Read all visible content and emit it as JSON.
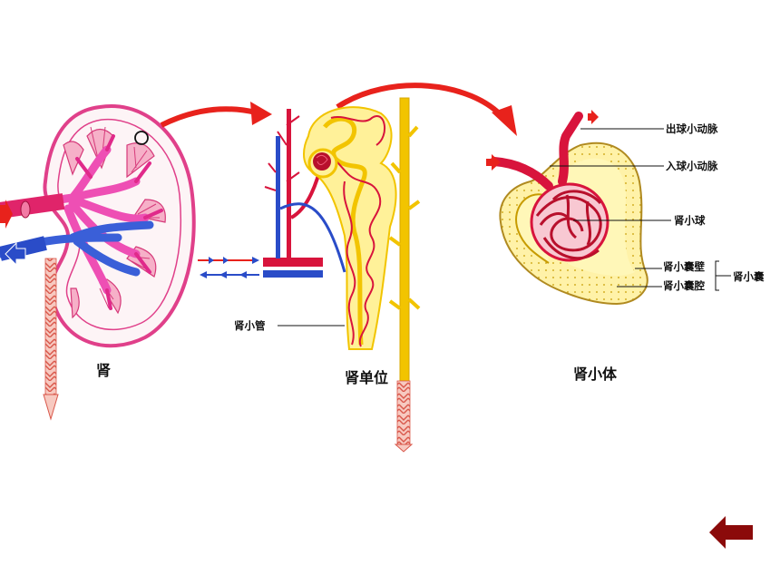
{
  "labels": {
    "kidney": "肾",
    "nephron": "肾单位",
    "renal_corpuscle": "肾小体",
    "renal_tubule": "肾小管",
    "efferent_arteriole": "出球小动脉",
    "afferent_arteriole": "入球小动脉",
    "glomerulus": "肾小球",
    "capsule_wall": "肾小囊壁",
    "capsule_cavity": "肾小囊腔",
    "bowman_capsule": "肾小囊"
  },
  "colors": {
    "artery": "#d8143c",
    "vein": "#2a4cc8",
    "kidney_outline": "#e0408a",
    "kidney_fill": "#fdf4f6",
    "pelvis": "#ee4fb4",
    "tubule": "#f2c400",
    "tubule_fill": "#fff199",
    "capsule_fill": "#fff7b8",
    "curved_arrow": "#e8221c",
    "back_button": "#8b0a0a",
    "ureter": "#e88a80"
  },
  "icons": {
    "back": "back-arrow-icon"
  }
}
